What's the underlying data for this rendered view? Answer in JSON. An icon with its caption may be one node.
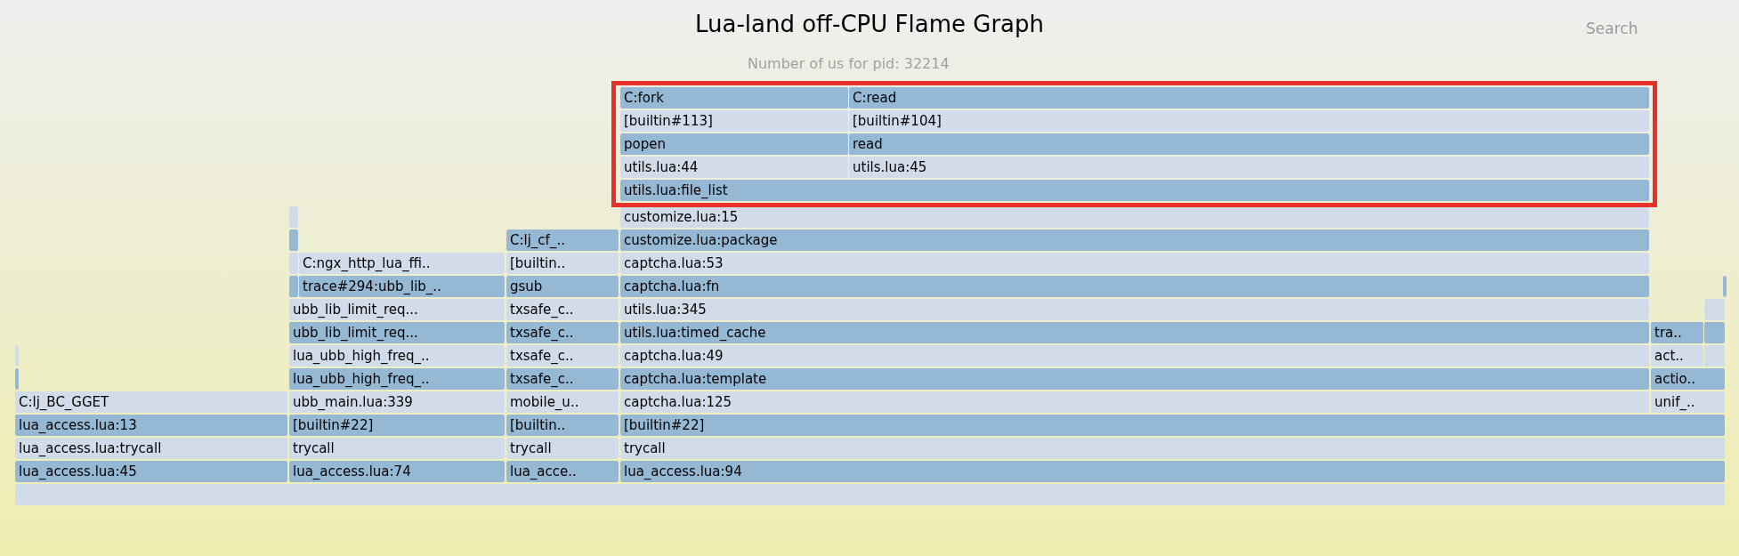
{
  "diagram": {
    "title": "Lua-land off-CPU Flame Graph",
    "nodes": [
      {
        "text": [],
        "shape": "box"
      },
      {
        "text": [
          "C:fork"
        ],
        "in": 0
      },
      {
        "text": [
          "C:read"
        ],
        "in": 0
      },
      {
        "text": [
          "[builtin#113]"
        ],
        "in": 0
      },
      {
        "text": [
          "[builtin#104]"
        ],
        "in": 0
      },
      {
        "text": [
          "popen"
        ],
        "in": 0
      },
      {
        "text": [
          "read"
        ],
        "in": 0
      },
      {
        "text": [
          "utils.lua:44"
        ],
        "in": 0
      },
      {
        "text": [
          "utils.lua:45"
        ],
        "in": 0
      },
      {
        "text": [
          "utils.lua:file_list"
        ],
        "in": 0
      },
      {
        "text": [],
        "shape": "bar"
      },
      {
        "text": [
          "customize.lua:15"
        ]
      },
      {
        "text": [],
        "shape": "bar"
      },
      {
        "text": [
          "C:lj_cf_.."
        ]
      },
      {
        "text": [
          "customize.lua:package"
        ]
      },
      {
        "text": [],
        "shape": "bar"
      },
      {
        "text": [
          "C:ngx_http_lua_ffi.."
        ]
      },
      {
        "text": [
          "[builtin.."
        ]
      },
      {
        "text": [
          "captcha.lua:53"
        ]
      },
      {
        "text": [],
        "shape": "bar"
      },
      {
        "text": [
          "trace#294:ubb_lib_.."
        ]
      },
      {
        "text": [
          "gsub"
        ]
      },
      {
        "text": [
          "captcha.lua:fn"
        ]
      },
      {
        "text": [],
        "shape": "bar"
      },
      {
        "text": [
          "ubb_lib_limit_req..."
        ]
      },
      {
        "text": [
          "txsafe_c.."
        ]
      },
      {
        "text": [
          "utils.lua:345"
        ]
      },
      {
        "text": [],
        "shape": "bar"
      },
      {
        "text": [
          "ubb_lib_limit_req..."
        ]
      },
      {
        "text": [
          "txsafe_c.."
        ]
      },
      {
        "text": [
          "utils.lua:timed_cache"
        ]
      },
      {
        "text": [
          "tra.."
        ]
      },
      {
        "text": [],
        "shape": "bar"
      },
      {
        "text": [],
        "shape": "bar"
      },
      {
        "text": [
          "lua_ubb_high_freq_.."
        ]
      },
      {
        "text": [
          "txsafe_c.."
        ]
      },
      {
        "text": [
          "captcha.lua:49"
        ]
      },
      {
        "text": [
          "act.."
        ]
      },
      {
        "text": [],
        "shape": "bar"
      },
      {
        "text": [],
        "shape": "bar"
      },
      {
        "text": [
          "lua_ubb_high_freq_.."
        ]
      },
      {
        "text": [
          "txsafe_c.."
        ]
      },
      {
        "text": [
          "captcha.lua:template"
        ]
      },
      {
        "text": [
          "actio.."
        ]
      },
      {
        "text": [
          "C:lj_BC_GGET"
        ]
      },
      {
        "text": [
          "ubb_main.lua:339"
        ]
      },
      {
        "text": [
          "mobile_u.."
        ]
      },
      {
        "text": [
          "captcha.lua:125"
        ]
      },
      {
        "text": [
          "unif_.."
        ]
      },
      {
        "text": [
          "lua_access.lua:13"
        ]
      },
      {
        "text": [
          "[builtin#22]"
        ]
      },
      {
        "text": [
          "[builtin.."
        ]
      },
      {
        "text": [
          "[builtin#22]"
        ]
      },
      {
        "text": [
          "lua_access.lua:trycall"
        ]
      },
      {
        "text": [
          "trycall"
        ]
      },
      {
        "text": [
          "trycall"
        ]
      },
      {
        "text": [
          "trycall"
        ]
      },
      {
        "text": [
          "lua_access.lua:45"
        ]
      },
      {
        "text": [
          "lua_access.lua:74"
        ]
      },
      {
        "text": [
          "lua_acce.."
        ]
      },
      {
        "text": [
          "lua_access.lua:94"
        ]
      },
      {
        "text": [],
        "shape": "bar"
      }
    ],
    "labels": [
      "Number of us for pid: 32214",
      "Search"
    ]
  }
}
